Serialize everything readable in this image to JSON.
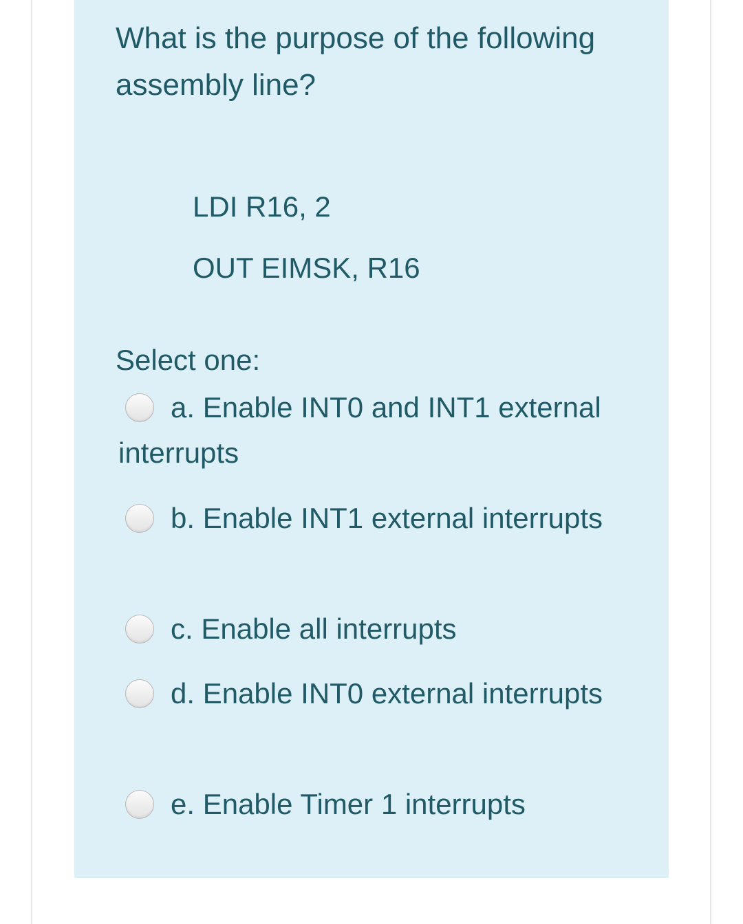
{
  "question": {
    "text": "What is the purpose of the following assembly line?",
    "code_lines": [
      "LDI R16, 2",
      "OUT EIMSK, R16"
    ],
    "prompt": "Select one:"
  },
  "options": [
    {
      "label": "a. Enable INT0 and INT1 external interrupts",
      "selected": false,
      "icon": "radio-unchecked-icon"
    },
    {
      "label": "b. Enable INT1 external interrupts",
      "selected": false,
      "icon": "radio-unchecked-icon"
    },
    {
      "label": "c. Enable all interrupts",
      "selected": false,
      "icon": "radio-unchecked-icon"
    },
    {
      "label": "d. Enable INT0 external interrupts",
      "selected": false,
      "icon": "radio-unchecked-icon"
    },
    {
      "label": "e. Enable Timer 1 interrupts",
      "selected": false,
      "icon": "radio-unchecked-icon"
    }
  ],
  "colors": {
    "panel_background": "#def0f7",
    "text": "#1f5a66",
    "page_background": "#ffffff"
  }
}
